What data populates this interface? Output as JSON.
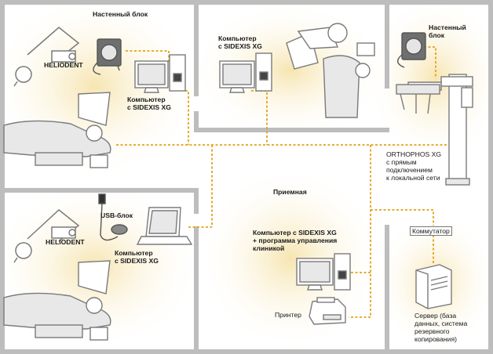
{
  "labels": {
    "wall_unit_top_left": "Настенный блок",
    "heliodent_top": "HELIODENT",
    "computer_top_left": "Компьютер\nс SIDEXIS XG",
    "computer_top_middle": "Компьютер\nс SIDEXIS XG",
    "wall_unit_top_right": "Настенный\nблок",
    "orthophos": "ORTHOPHOS XG\nс прямым\nподключением\nк локальной сети",
    "reception": "Приемная",
    "usb_unit": "USB-блок",
    "heliodent_bottom": "HELIODENT",
    "computer_bottom_left": "Компьютер\nс SIDEXIS XG",
    "computer_reception": "Компьютер с SIDEXIS XG\n+ программа управления\nклиникой",
    "printer": "Принтер",
    "switch": "Коммутатор",
    "server": "Сервер (база\nданных, система\nрезервного\nкопирования)"
  },
  "colors": {
    "floor_glow": "#f6e4ad",
    "wall": "#bdbdbd",
    "network_line": "#e3a21a",
    "equipment_stroke": "#7a7a7a",
    "equipment_fill": "#e8e8e8"
  }
}
